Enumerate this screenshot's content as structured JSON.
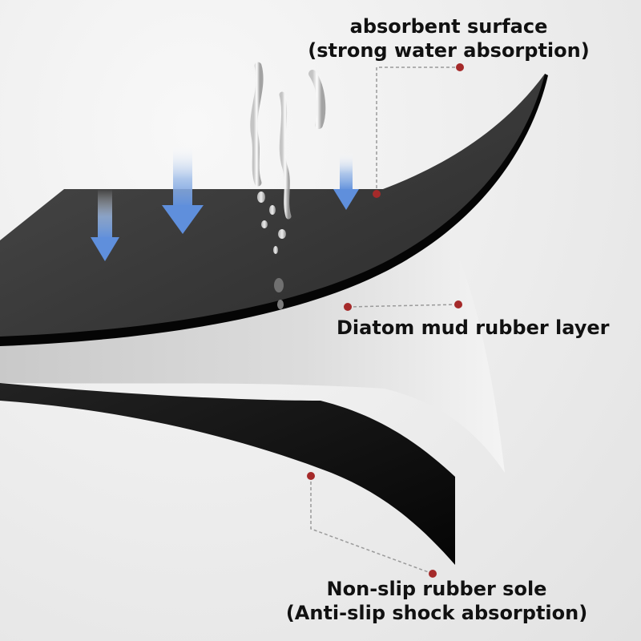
{
  "labels": {
    "surface_line1": "absorbent surface",
    "surface_line2": "(strong water absorption)",
    "middle_line1": "Diatom mud rubber layer",
    "bottom_line1": "Non-slip rubber sole",
    "bottom_line2": "(Anti-slip shock absorption)"
  },
  "colors": {
    "surface_layer": "#3a3a3a",
    "middle_layer": "#d8d8d8",
    "bottom_layer": "#111111",
    "marker_dot": "#a52a2a",
    "arrow": "#6f9de0",
    "leader_line": "#9a9a9a"
  },
  "icons": [
    "down-arrow-icon",
    "water-drop-icon"
  ]
}
